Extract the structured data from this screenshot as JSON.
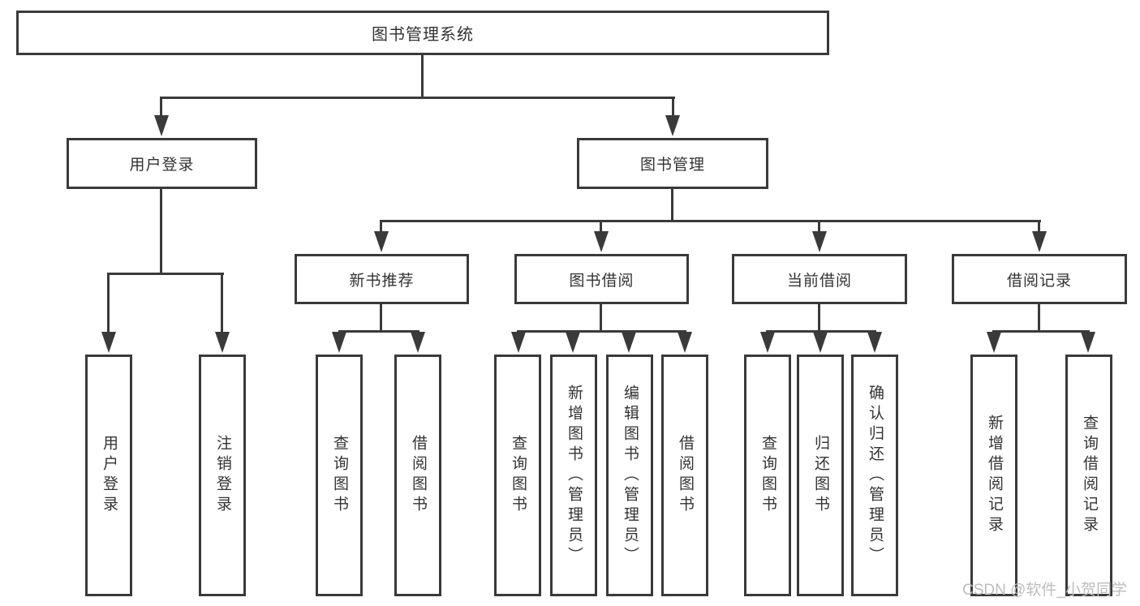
{
  "tree": {
    "root": "图书管理系统",
    "children": [
      {
        "label": "用户登录",
        "leaves": [
          "用户登录",
          "注销登录"
        ]
      },
      {
        "label": "图书管理",
        "groups": [
          {
            "label": "新书推荐",
            "leaves": [
              "查询图书",
              "借阅图书"
            ]
          },
          {
            "label": "图书借阅",
            "leaves": [
              "查询图书",
              "新增图书（管理员）",
              "编辑图书（管理员）",
              "借阅图书"
            ]
          },
          {
            "label": "当前借阅",
            "leaves": [
              "查询图书",
              "归还图书",
              "确认归还（管理员）"
            ]
          },
          {
            "label": "借阅记录",
            "leaves": [
              "新增借阅记录",
              "查询借阅记录"
            ]
          }
        ]
      }
    ]
  },
  "watermark": "CSDN @软件_小贺同学",
  "colors": {
    "line": "#3a3a3a",
    "text": "#333333",
    "watermark": "#bdbdbd",
    "background": "#ffffff"
  }
}
